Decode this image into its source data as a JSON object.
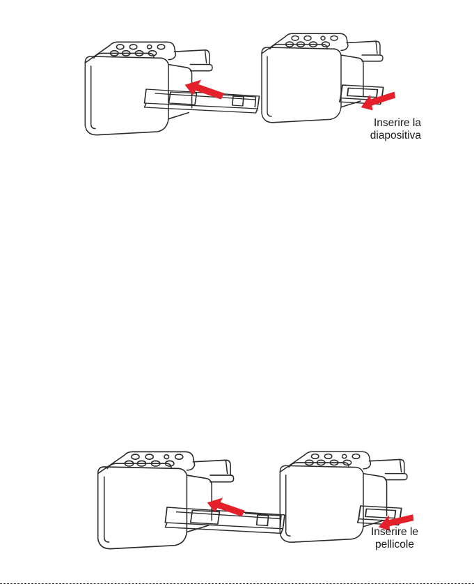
{
  "figures": [
    {
      "caption": ""
    },
    {
      "caption_line1": "Inserire la",
      "caption_line2": "diapositiva"
    },
    {
      "caption": ""
    },
    {
      "caption_line1": "Inserire le",
      "caption_line2": "pellicole"
    }
  ],
  "colors": {
    "arrow": "#e4202a",
    "line": "#2b2b2b"
  }
}
